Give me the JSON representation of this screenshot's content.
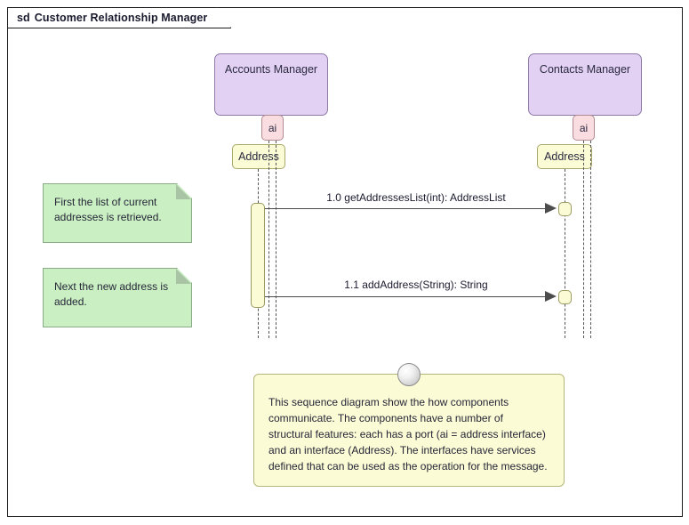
{
  "frame": {
    "keyword": "sd",
    "title": "Customer Relationship Manager"
  },
  "lifelines": [
    {
      "id": "accounts",
      "component_label": "Accounts Manager",
      "port_label": "ai",
      "interface_label": "Address"
    },
    {
      "id": "contacts",
      "component_label": "Contacts Manager",
      "port_label": "ai",
      "interface_label": "Address"
    }
  ],
  "messages": [
    {
      "sequence": "1.0",
      "label": "1.0 getAddressesList(int): AddressList",
      "from": "accounts",
      "to": "contacts"
    },
    {
      "sequence": "1.1",
      "label": "1.1 addAddress(String): String",
      "from": "accounts",
      "to": "contacts"
    }
  ],
  "notes": [
    {
      "id": "note-first",
      "text": "First the list of current addresses is retrieved."
    },
    {
      "id": "note-next",
      "text": "Next the new address is added."
    }
  ],
  "comment": {
    "text": "This sequence diagram show the how components communicate. The components have a number of structural features: each has a port (ai = address interface) and an interface (Address). The interfaces have services defined that can be used as the operation for the message."
  },
  "colors": {
    "component_fill": "#e3d1f4",
    "port_fill": "#fadde1",
    "interface_fill": "#fbfbd6",
    "note_green_fill": "#c9efc3",
    "note_yellow_fill": "#fbfbd6",
    "line": "#4c4c4c",
    "frame_border": "#1b1b1b"
  }
}
